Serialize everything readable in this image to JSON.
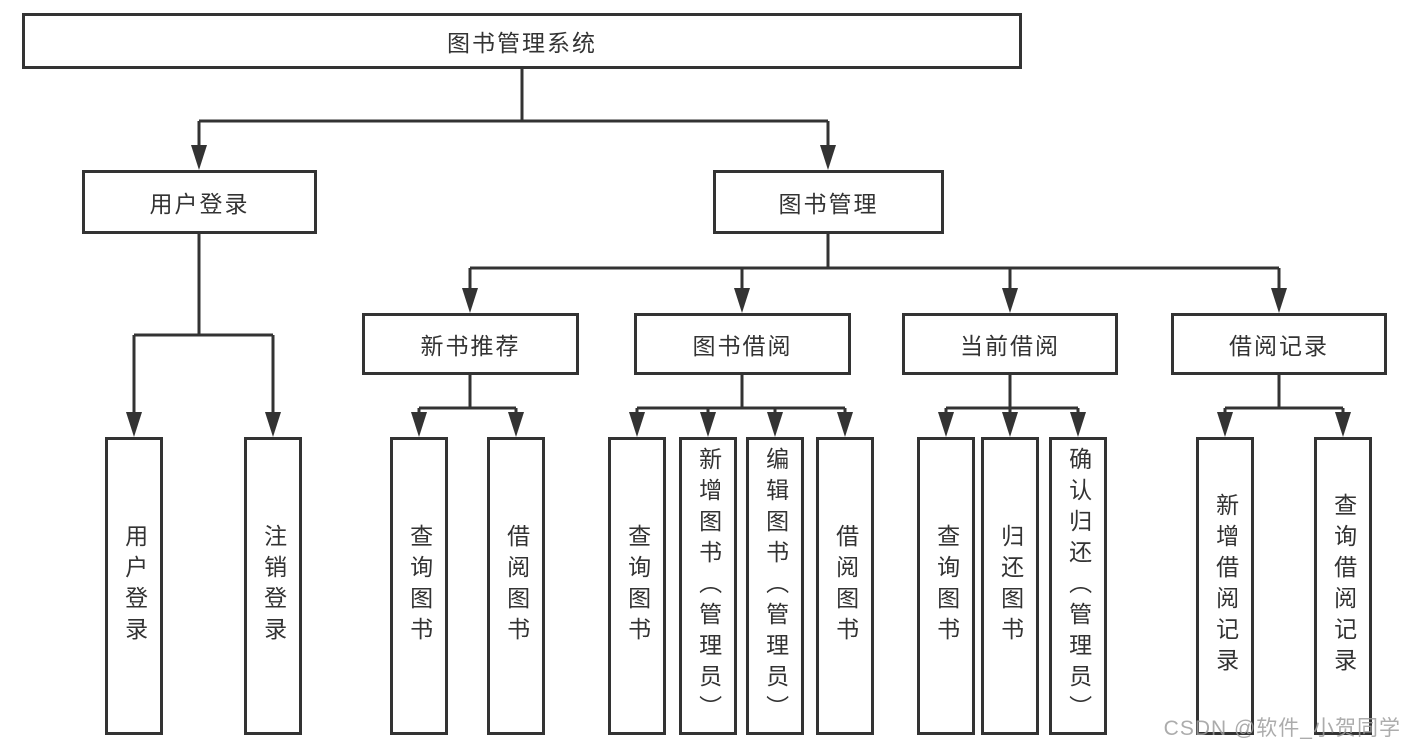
{
  "diagram": {
    "root": {
      "label": "图书管理系统"
    },
    "branches": [
      {
        "label": "用户登录",
        "children": [
          {
            "label": "用户登录"
          },
          {
            "label": "注销登录"
          }
        ]
      },
      {
        "label": "图书管理",
        "children": [
          {
            "label": "新书推荐",
            "children": [
              {
                "label": "查询图书"
              },
              {
                "label": "借阅图书"
              }
            ]
          },
          {
            "label": "图书借阅",
            "children": [
              {
                "label": "查询图书"
              },
              {
                "label": "新增图书（管理员）"
              },
              {
                "label": "编辑图书（管理员）"
              },
              {
                "label": "借阅图书"
              }
            ]
          },
          {
            "label": "当前借阅",
            "children": [
              {
                "label": "查询图书"
              },
              {
                "label": "归还图书"
              },
              {
                "label": "确认归还（管理员）"
              }
            ]
          },
          {
            "label": "借阅记录",
            "children": [
              {
                "label": "新增借阅记录"
              },
              {
                "label": "查询借阅记录"
              }
            ]
          }
        ]
      }
    ]
  },
  "watermark": {
    "text": "CSDN @软件_小贺同学"
  },
  "colors": {
    "line": "#333333",
    "box_background": "#ffffff",
    "watermark_gray": "#9e9e9e"
  }
}
